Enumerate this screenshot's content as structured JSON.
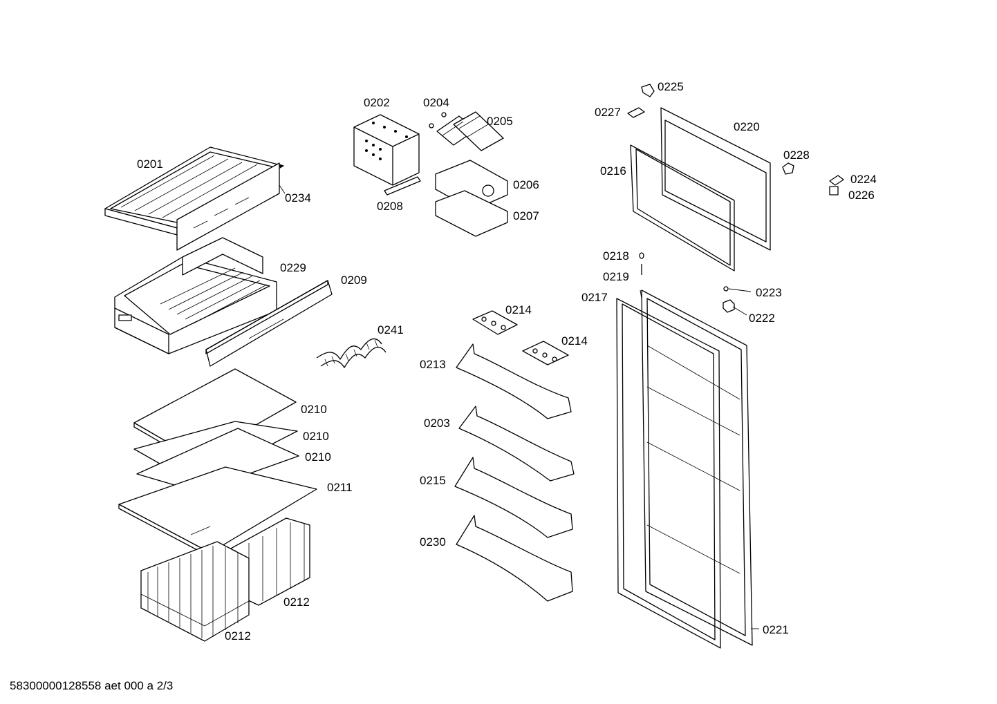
{
  "diagram": {
    "part_labels": {
      "p0201": "0201",
      "p0234": "0234",
      "p0229": "0229",
      "p0209": "0209",
      "p0241": "0241",
      "p0210a": "0210",
      "p0210b": "0210",
      "p0210c": "0210",
      "p0211": "0211",
      "p0212a": "0212",
      "p0212b": "0212",
      "p0202": "0202",
      "p0204": "0204",
      "p0205": "0205",
      "p0206": "0206",
      "p0207": "0207",
      "p0208": "0208",
      "p0214a": "0214",
      "p0214b": "0214",
      "p0213": "0213",
      "p0203": "0203",
      "p0215": "0215",
      "p0230": "0230",
      "p0225": "0225",
      "p0227": "0227",
      "p0220": "0220",
      "p0228": "0228",
      "p0216": "0216",
      "p0224": "0224",
      "p0226": "0226",
      "p0218": "0218",
      "p0219": "0219",
      "p0217": "0217",
      "p0223": "0223",
      "p0222": "0222",
      "p0221": "0221"
    },
    "footer": "58300000128558 aet 000 a 2/3"
  }
}
